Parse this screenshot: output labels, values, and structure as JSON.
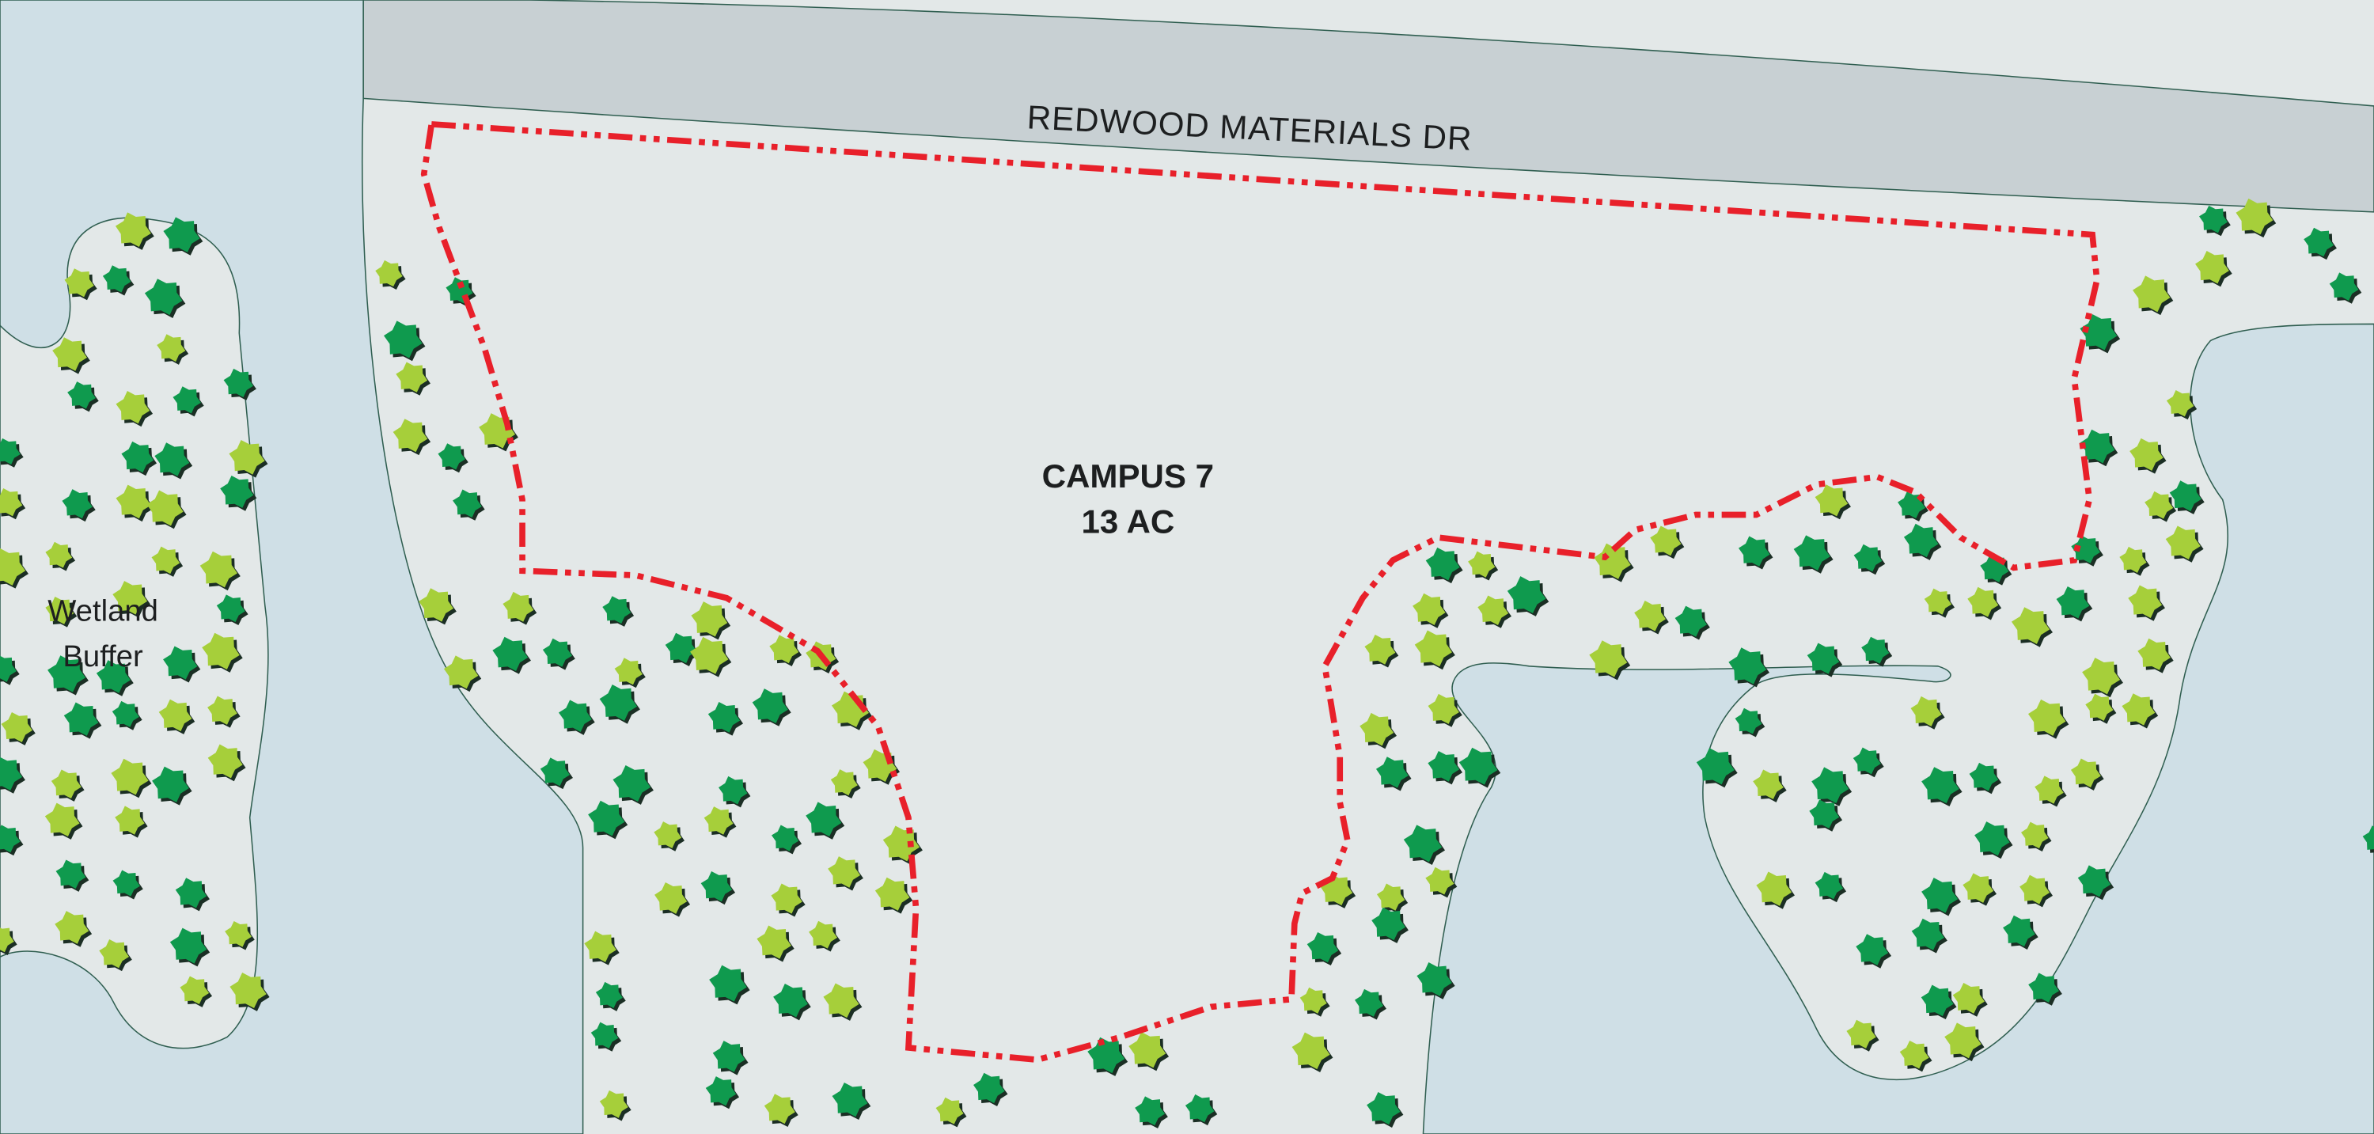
{
  "map": {
    "road_label": "REDWOOD MATERIALS DR",
    "parcel": {
      "name": "CAMPUS 7",
      "area": "13 AC"
    },
    "area_label_line1": "Wetland",
    "area_label_line2": "Buffer"
  },
  "colors": {
    "land": "#e3e8e8",
    "water": "#cfdfe6",
    "road": "#c8d0d3",
    "boundary": "#e8202a",
    "tree_dark": "#0f9a4e",
    "tree_light": "#a6cf3a"
  }
}
